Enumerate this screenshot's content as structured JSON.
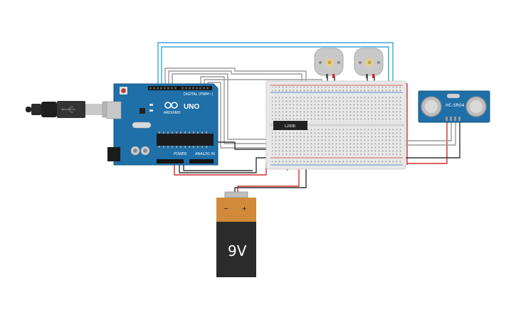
{
  "arduino": {
    "brand_text": "ARDUINO",
    "model_text": "UNO",
    "digital_header_text": "DIGITAL (PWM~)",
    "power_header_text": "POWER",
    "analog_header_text": "ANALOG IN",
    "board_color": "#1f6fa8",
    "icon": "infinity-logo-icon"
  },
  "usb_cable": {
    "icon": "usb-plug-icon"
  },
  "breadboard": {
    "chip_label": "L293D",
    "rail_red": "#d12c2c",
    "rail_blue": "#2a6cc4"
  },
  "motors": [
    {
      "name": "motor-1",
      "icon": "dc-motor-icon"
    },
    {
      "name": "motor-2",
      "icon": "dc-motor-icon"
    }
  ],
  "ultrasonic_sensor": {
    "label": "HC-SR04",
    "board_color": "#1f6fa8",
    "icon": "ultrasonic-transducer-icon"
  },
  "battery": {
    "label": "9V",
    "minus_sign": "−",
    "plus_sign": "+",
    "top_color": "#d18a3a",
    "body_color": "#2b2b2b"
  },
  "wire_colors": {
    "power": "#d12c2c",
    "ground": "#333333",
    "signal": "#9a9a9a",
    "trigger": "#3aa6d6"
  }
}
